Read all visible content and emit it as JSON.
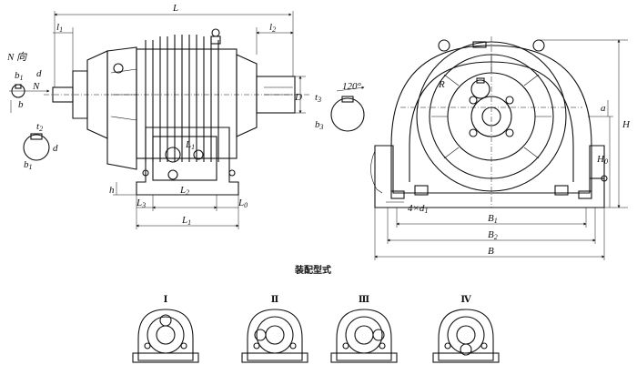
{
  "labels": {
    "L": "L",
    "l1": "l",
    "l1_sub": "1",
    "l2": "l",
    "l2_sub": "2",
    "N_dir": "N 向",
    "b1": "b",
    "b1_sub": "1",
    "N": "N",
    "d": "d",
    "b": "b",
    "t2": "t",
    "t2_sub": "2",
    "d_left": "d",
    "b1_left": "b",
    "b1_left_sub": "1",
    "t3": "t",
    "t3_sub": "3",
    "angle": "120°",
    "D": "D",
    "b3": "b",
    "b3_sub": "3",
    "h": "h",
    "L3": "L",
    "L3_sub": "3",
    "L2": "L",
    "L2_sub": "2",
    "L0": "L",
    "L0_sub": "0",
    "L1_mid": "L",
    "L1_mid_sub": "1",
    "L1": "L",
    "L1_sub": "1",
    "R": "R",
    "a": "a",
    "H": "H",
    "H0": "H",
    "H0_sub": "0",
    "holes": "4×d",
    "holes_sub": "1",
    "B1": "B",
    "B1_sub": "1",
    "B2": "B",
    "B2_sub": "2",
    "B": "B"
  },
  "caption": "装配型式",
  "assembly_types": [
    "Ⅰ",
    "Ⅱ",
    "Ⅲ",
    "Ⅳ"
  ]
}
